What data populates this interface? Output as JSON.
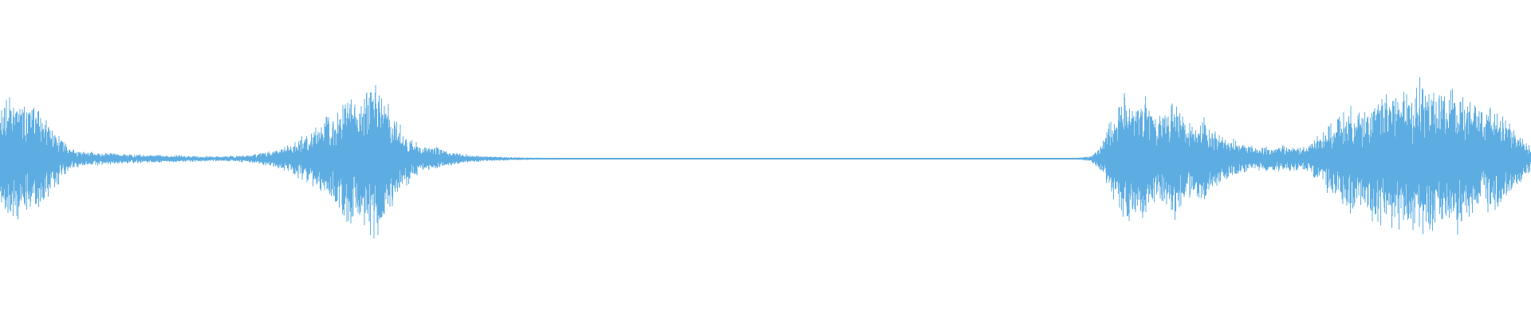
{
  "waveform": {
    "color": "#5dade2",
    "background": "#ffffff",
    "description_of_envelope": "",
    "envelope": [
      [
        0.0,
        0.42
      ],
      [
        0.004,
        0.48
      ],
      [
        0.01,
        0.5
      ],
      [
        0.016,
        0.45
      ],
      [
        0.022,
        0.5
      ],
      [
        0.028,
        0.4
      ],
      [
        0.032,
        0.3
      ],
      [
        0.038,
        0.22
      ],
      [
        0.042,
        0.14
      ],
      [
        0.046,
        0.09
      ],
      [
        0.055,
        0.06
      ],
      [
        0.07,
        0.05
      ],
      [
        0.085,
        0.04
      ],
      [
        0.1,
        0.035
      ],
      [
        0.115,
        0.03
      ],
      [
        0.13,
        0.025
      ],
      [
        0.145,
        0.02
      ],
      [
        0.16,
        0.03
      ],
      [
        0.17,
        0.05
      ],
      [
        0.18,
        0.08
      ],
      [
        0.19,
        0.12
      ],
      [
        0.2,
        0.2
      ],
      [
        0.21,
        0.32
      ],
      [
        0.218,
        0.4
      ],
      [
        0.226,
        0.55
      ],
      [
        0.234,
        0.48
      ],
      [
        0.24,
        0.65
      ],
      [
        0.246,
        0.7
      ],
      [
        0.25,
        0.6
      ],
      [
        0.256,
        0.4
      ],
      [
        0.262,
        0.28
      ],
      [
        0.27,
        0.16
      ],
      [
        0.278,
        0.11
      ],
      [
        0.286,
        0.1
      ],
      [
        0.294,
        0.06
      ],
      [
        0.305,
        0.035
      ],
      [
        0.32,
        0.02
      ],
      [
        0.34,
        0.012
      ],
      [
        0.36,
        0.008
      ],
      [
        0.4,
        0.006
      ],
      [
        0.45,
        0.005
      ],
      [
        0.5,
        0.004
      ],
      [
        0.55,
        0.004
      ],
      [
        0.6,
        0.004
      ],
      [
        0.65,
        0.004
      ],
      [
        0.7,
        0.005
      ],
      [
        0.712,
        0.02
      ],
      [
        0.718,
        0.1
      ],
      [
        0.724,
        0.3
      ],
      [
        0.73,
        0.45
      ],
      [
        0.736,
        0.55
      ],
      [
        0.742,
        0.48
      ],
      [
        0.748,
        0.55
      ],
      [
        0.754,
        0.42
      ],
      [
        0.76,
        0.4
      ],
      [
        0.768,
        0.52
      ],
      [
        0.774,
        0.35
      ],
      [
        0.78,
        0.3
      ],
      [
        0.786,
        0.38
      ],
      [
        0.792,
        0.25
      ],
      [
        0.798,
        0.2
      ],
      [
        0.806,
        0.16
      ],
      [
        0.814,
        0.12
      ],
      [
        0.822,
        0.1
      ],
      [
        0.83,
        0.1
      ],
      [
        0.838,
        0.12
      ],
      [
        0.846,
        0.1
      ],
      [
        0.854,
        0.12
      ],
      [
        0.862,
        0.2
      ],
      [
        0.868,
        0.3
      ],
      [
        0.874,
        0.38
      ],
      [
        0.88,
        0.45
      ],
      [
        0.888,
        0.4
      ],
      [
        0.896,
        0.52
      ],
      [
        0.904,
        0.55
      ],
      [
        0.912,
        0.6
      ],
      [
        0.92,
        0.55
      ],
      [
        0.928,
        0.65
      ],
      [
        0.936,
        0.6
      ],
      [
        0.944,
        0.58
      ],
      [
        0.952,
        0.62
      ],
      [
        0.96,
        0.5
      ],
      [
        0.968,
        0.4
      ],
      [
        0.976,
        0.45
      ],
      [
        0.984,
        0.35
      ],
      [
        0.99,
        0.25
      ],
      [
        0.996,
        0.15
      ],
      [
        1.0,
        0.1
      ]
    ],
    "seed": 7
  }
}
